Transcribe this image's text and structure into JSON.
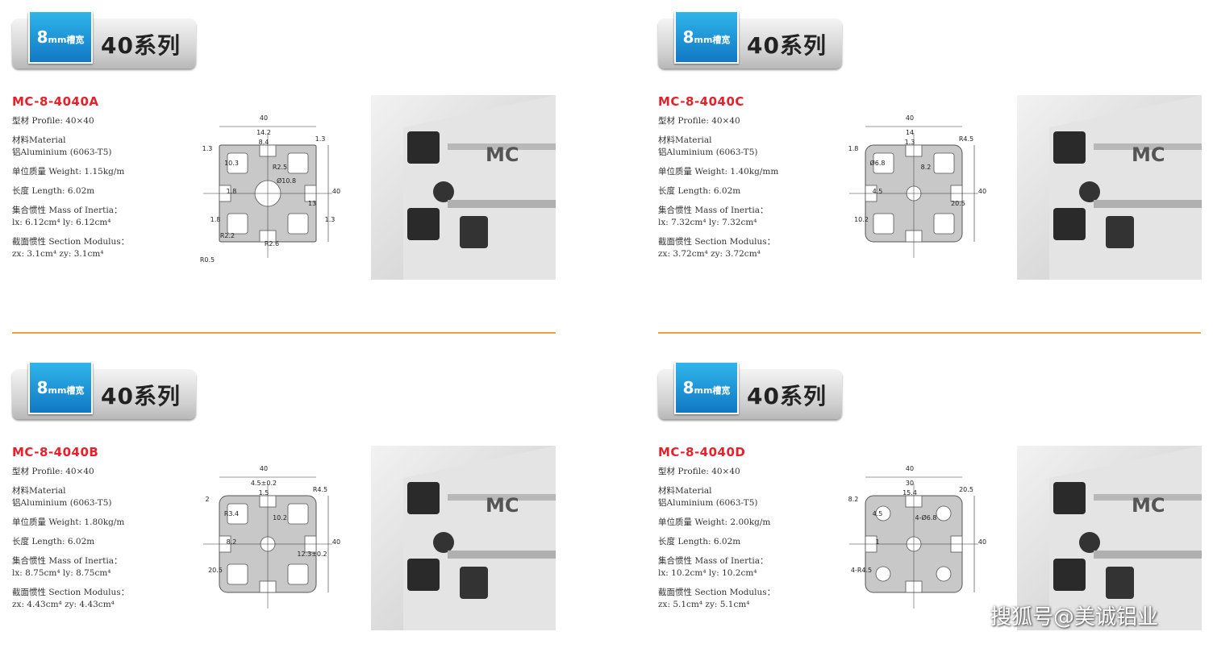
{
  "colors": {
    "model": "#e8202a",
    "divider": "#f0a040",
    "tab": "#1c90d6"
  },
  "products": [
    {
      "banner_slot": "8",
      "banner_unit": "mm槽宽",
      "banner_series": "40系列",
      "model": "MC-8-4040A",
      "profile": "型材 Profile: 40×40",
      "material_label": "材料Material",
      "material": "铝Aluminium (6063-T5)",
      "weight": "单位质量 Weight: 1.15kg/m",
      "length": "长度 Length: 6.02m",
      "inertia_label": "集合惯性 Mass of Inertia：",
      "inertia": "lx: 6.12cm⁴  ly: 6.12cm⁴",
      "modulus_label": "截面惯性 Section Modulus：",
      "modulus": "zx: 3.1cm⁴  zy: 3.1cm⁴",
      "dims": [
        "40",
        "40",
        "14.2",
        "8.4",
        "1.3",
        "1.3",
        "10.3",
        "1.8",
        "R2.5",
        "1.8",
        "13",
        "1.3",
        "R2.2",
        "R2.6",
        "R0.5",
        "Ø10.8"
      ],
      "photo_logo": "MC",
      "drawing_icon": "profile-4040a-drawing"
    },
    {
      "banner_slot": "8",
      "banner_unit": "mm槽宽",
      "banner_series": "40系列",
      "model": "MC-8-4040C",
      "profile": "型材 Profile: 40×40",
      "material_label": "材料Material",
      "material": "铝Aluminium (6063-T5)",
      "weight": "单位质量 Weight: 1.40kg/mm",
      "length": "长度 Length: 6.02m",
      "inertia_label": "集合惯性 Mass of Inertia：",
      "inertia": "lx: 7.32cm⁴  ly: 7.32cm⁴",
      "modulus_label": "截面惯性 Section Modulus：",
      "modulus": "zx: 3.72cm⁴  zy: 3.72cm⁴",
      "dims": [
        "40",
        "40",
        "14",
        "1.3",
        "1.8",
        "R4.5",
        "Ø6.8",
        "4.5",
        "8.2",
        "10.2",
        "20.5"
      ],
      "photo_logo": "MC",
      "drawing_icon": "profile-4040c-drawing"
    },
    {
      "banner_slot": "8",
      "banner_unit": "mm槽宽",
      "banner_series": "40系列",
      "model": "MC-8-4040B",
      "profile": "型材 Profile: 40×40",
      "material_label": "材料Material",
      "material": "铝Aluminium (6063-T5)",
      "weight": "单位质量 Weight: 1.80kg/m",
      "length": "长度 Length: 6.02m",
      "inertia_label": "集合惯性 Mass of Inertia：",
      "inertia": "lx: 8.75cm⁴  ly: 8.75cm⁴",
      "modulus_label": "截面惯性 Section Modulus：",
      "modulus": "zx: 4.43cm⁴  zy: 4.43cm⁴",
      "dims": [
        "40",
        "40",
        "4.5±0.2",
        "1.5",
        "2",
        "R4.5",
        "R3.4",
        "8.2",
        "10.2",
        "20.5",
        "12.3±0.2"
      ],
      "photo_logo": "MC",
      "drawing_icon": "profile-4040b-drawing"
    },
    {
      "banner_slot": "8",
      "banner_unit": "mm槽宽",
      "banner_series": "40系列",
      "model": "MC-8-4040D",
      "profile": "型材 Profile: 40×40",
      "material_label": "材料Material",
      "material": "铝Aluminium (6063-T5)",
      "weight": "单位质量 Weight: 2.00kg/m",
      "length": "长度 Length: 6.02m",
      "inertia_label": "集合惯性 Mass of Inertia：",
      "inertia": "lx: 10.2cm⁴  ly: 10.2cm⁴",
      "modulus_label": "截面惯性 Section Modulus：",
      "modulus": "zx: 5.1cm⁴  zy: 5.1cm⁴",
      "dims": [
        "40",
        "40",
        "30",
        "15.4",
        "8.2",
        "20.5",
        "4.5",
        "1",
        "4-Ø6.8",
        "4-R4.5"
      ],
      "photo_logo": "MC",
      "drawing_icon": "profile-4040d-drawing"
    }
  ],
  "watermark": "搜狐号@美诚铝业"
}
